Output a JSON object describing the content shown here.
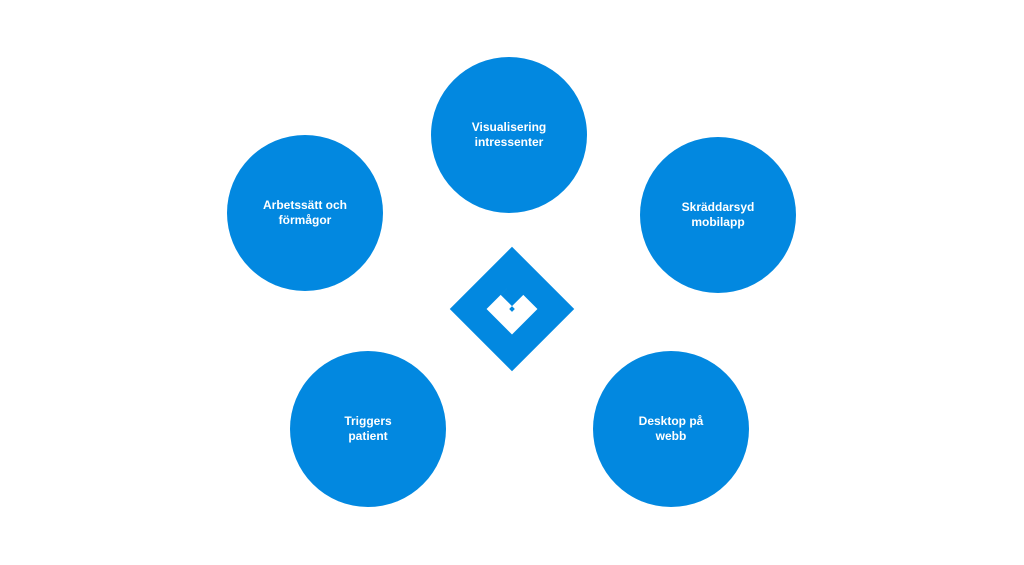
{
  "colors": {
    "accent": "#0288e0",
    "background": "#ffffff",
    "label_text": "#ffffff"
  },
  "center_logo": {
    "icon": "diamond-logo-icon"
  },
  "nodes": [
    {
      "id": "visualisering",
      "label": "Visualisering\nintressenter"
    },
    {
      "id": "arbetssatt",
      "label": "Arbetssätt och\nförmågor"
    },
    {
      "id": "skraddarsyd",
      "label": "Skräddarsyd\nmobilapp"
    },
    {
      "id": "triggers",
      "label": "Triggers\npatient"
    },
    {
      "id": "desktop",
      "label": "Desktop på\nwebb"
    }
  ]
}
